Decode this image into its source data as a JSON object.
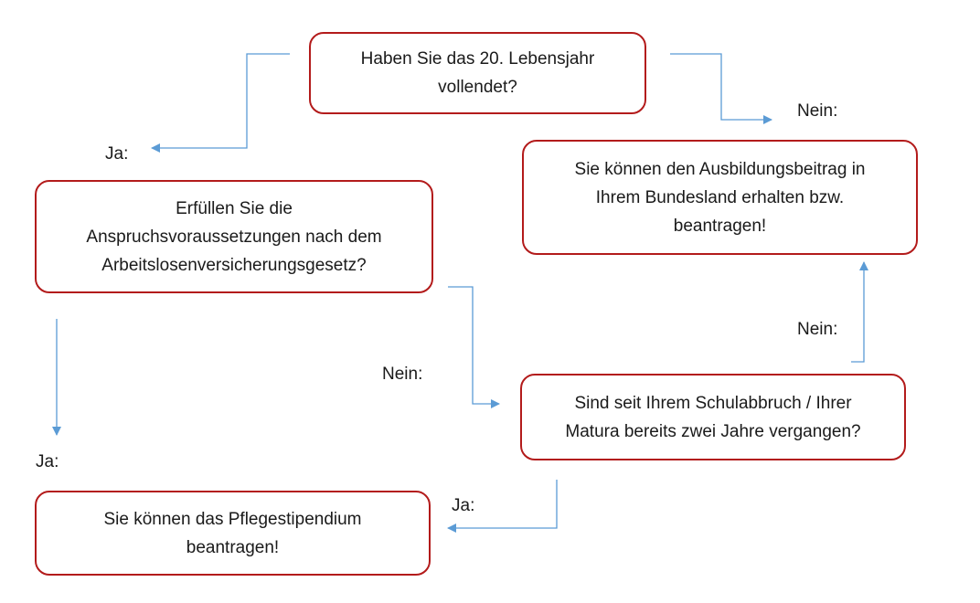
{
  "colors": {
    "node_border": "#b31b1b",
    "connector": "#5b9bd5"
  },
  "nodes": {
    "q_age": {
      "lines": [
        "Haben Sie das 20. Lebensjahr",
        "vollendet?"
      ]
    },
    "q_alvg": {
      "lines": [
        "Erfüllen Sie die",
        "Anspruchsvoraussetzungen nach dem",
        "Arbeitslosenversicherungsgesetz?"
      ]
    },
    "q_school": {
      "lines": [
        "Sind seit Ihrem Schulabbruch / Ihrer",
        "Matura bereits zwei Jahre vergangen?"
      ]
    },
    "r_ausbildung": {
      "lines": [
        "Sie können den Ausbildungsbeitrag in",
        "Ihrem Bundesland erhalten bzw.",
        "beantragen!"
      ]
    },
    "r_pflege": {
      "lines": [
        "Sie können das Pflegestipendium",
        "beantragen!"
      ]
    }
  },
  "labels": {
    "ja_age": "Ja:",
    "nein_age": "Nein:",
    "ja_alvg": "Ja:",
    "nein_alvg": "Nein:",
    "ja_school": "Ja:",
    "nein_school": "Nein:"
  }
}
